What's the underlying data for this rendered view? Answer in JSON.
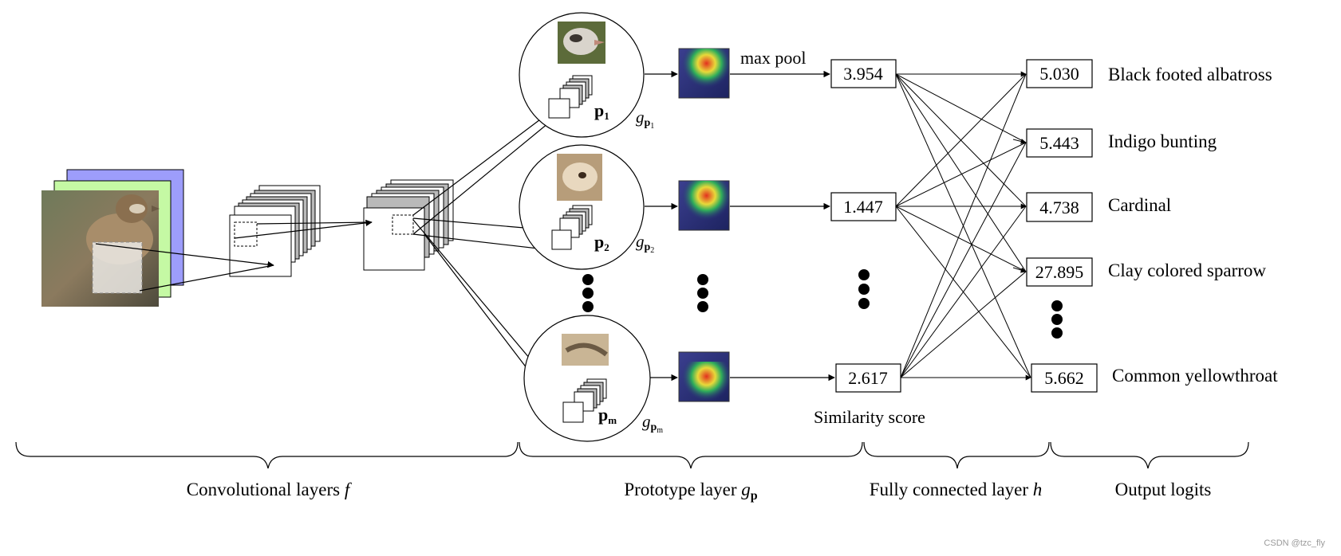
{
  "diagram": {
    "annotations": {
      "max_pool": "max pool",
      "similarity": "Similarity score"
    },
    "prototypes": [
      {
        "label": "p",
        "subscript": "1",
        "g_sub": "p",
        "g_subsub": "1"
      },
      {
        "label": "p",
        "subscript": "2",
        "g_sub": "p",
        "g_subsub": "2"
      },
      {
        "label": "p",
        "subscript": "m",
        "g_sub": "p",
        "g_subsub": "m"
      }
    ],
    "g_symbol": "g",
    "similarity_scores": [
      "3.954",
      "1.447",
      "2.617"
    ],
    "logits": [
      {
        "value": "5.030",
        "class": "Black footed albatross"
      },
      {
        "value": "5.443",
        "class": "Indigo bunting"
      },
      {
        "value": "4.738",
        "class": "Cardinal"
      },
      {
        "value": "27.895",
        "class": "Clay colored sparrow"
      },
      {
        "value": "5.662",
        "class": "Common yellowthroat"
      }
    ],
    "sections": {
      "conv": {
        "text": "Convolutional layers ",
        "symbol": "f"
      },
      "proto": {
        "text": "Prototype layer ",
        "symbol": "g",
        "sub": "p"
      },
      "fc": {
        "text": "Fully connected layer ",
        "symbol": "h"
      },
      "output": {
        "text": "Output logits"
      }
    },
    "colors": {
      "input_blue": "#9d9dfb",
      "input_green": "#c5f9a4",
      "stack_gray": "#b9b9b9",
      "line": "#000000"
    }
  },
  "watermark": "CSDN @tzc_fly"
}
